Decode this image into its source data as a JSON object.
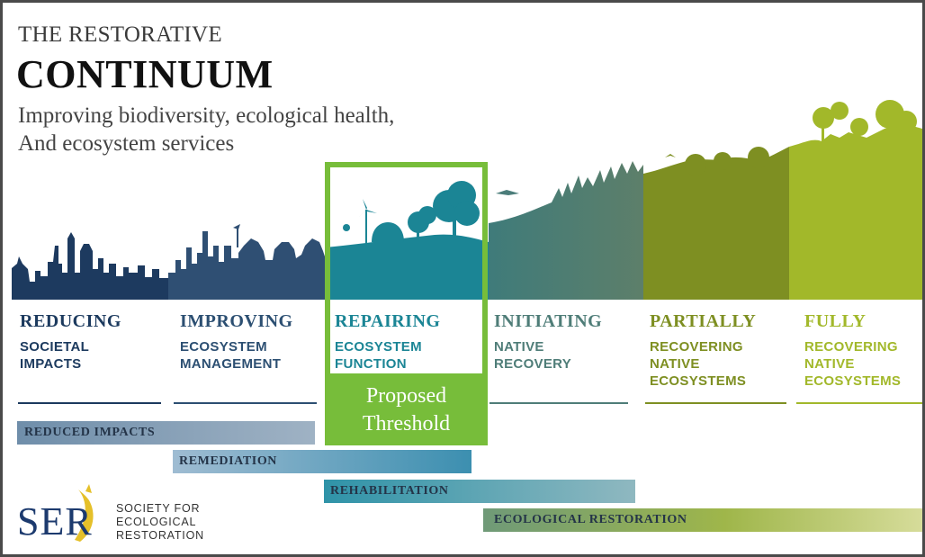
{
  "title": {
    "small": "THE RESTORATIVE",
    "big": "CONTINUUM",
    "subtitle_line1": "Improving biodiversity, ecological health,",
    "subtitle_line2": "And ecosystem services"
  },
  "stages": [
    {
      "heading": "REDUCING",
      "sub1": "SOCIETAL",
      "sub2": "IMPACTS",
      "sub3": "",
      "color": "#1c3a5e"
    },
    {
      "heading": "IMPROVING",
      "sub1": "ECOSYSTEM",
      "sub2": "MANAGEMENT",
      "sub3": "",
      "color": "#2c4f72"
    },
    {
      "heading": "REPAIRING",
      "sub1": "ECOSYSTEM",
      "sub2": "FUNCTION",
      "sub3": "",
      "color": "#1b8595"
    },
    {
      "heading": "INITIATING",
      "sub1": "NATIVE",
      "sub2": "RECOVERY",
      "sub3": "",
      "color": "#4f7d78"
    },
    {
      "heading": "PARTIALLY",
      "sub1": "RECOVERING",
      "sub2": "NATIVE",
      "sub3": "ECOSYSTEMS",
      "color": "#7e8f22"
    },
    {
      "heading": "FULLY",
      "sub1": "RECOVERING",
      "sub2": "NATIVE",
      "sub3": "ECOSYSTEMS",
      "color": "#a2b82a"
    }
  ],
  "threshold": {
    "line1": "Proposed",
    "line2": "Threshold",
    "color": "#77bd3a"
  },
  "bars": [
    {
      "label": "REDUCED IMPACTS",
      "color": "#7c9bb6"
    },
    {
      "label": "REMEDIATION",
      "color": "#3f8fb0"
    },
    {
      "label": "REHABILITATION",
      "color": "#5fa5b0"
    },
    {
      "label": "ECOLOGICAL RESTORATION",
      "color": "#8fb04a"
    }
  ],
  "logo": {
    "mark": "SER",
    "line1": "SOCIETY FOR",
    "line2": "ECOLOGICAL",
    "line3": "RESTORATION"
  }
}
